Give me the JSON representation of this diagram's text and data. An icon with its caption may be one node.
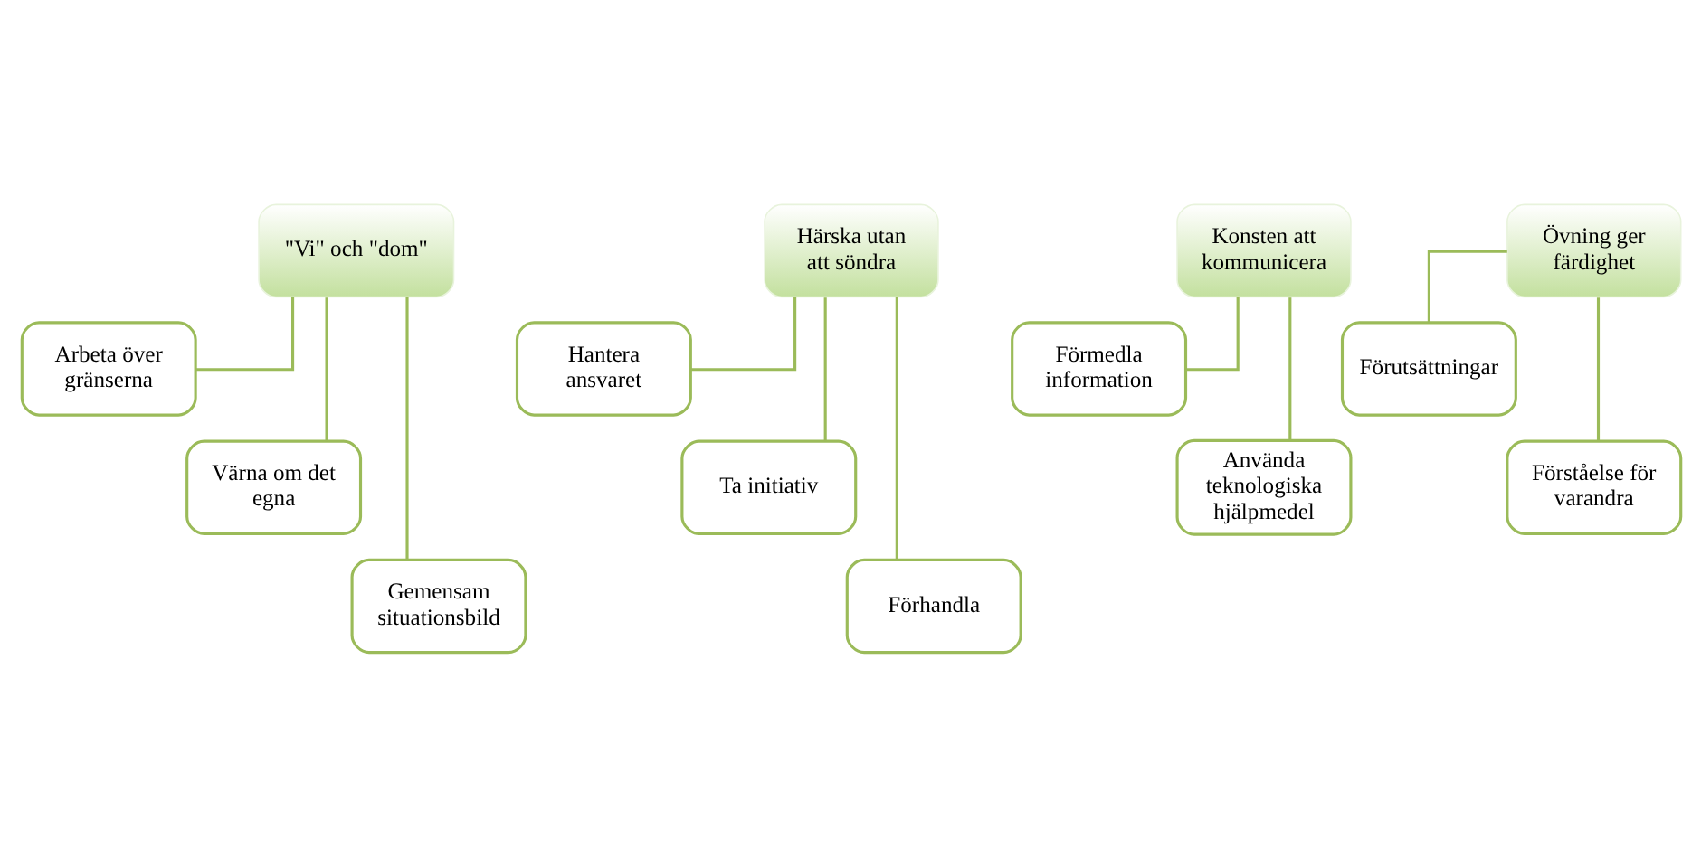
{
  "diagram": {
    "nodes": [
      {
        "text": [
          "\"Vi\" och \"dom\""
        ]
      },
      {
        "text": [
          "Arbeta över gränserna"
        ]
      },
      {
        "text": [
          "Värna om det egna"
        ]
      },
      {
        "text": [
          "Gemensam situationsbild"
        ]
      },
      {
        "text": [
          "Härska utan att söndra"
        ]
      },
      {
        "text": [
          "Hantera ansvaret"
        ]
      },
      {
        "text": [
          "Ta initiativ"
        ]
      },
      {
        "text": [
          "Förhandla"
        ]
      },
      {
        "text": [
          "Konsten att kommunicera"
        ]
      },
      {
        "text": [
          "Förmedla information"
        ]
      },
      {
        "text": [
          "Använda teknologiska hjälpmedel"
        ]
      },
      {
        "text": [
          "Övning ger färdighet"
        ]
      },
      {
        "text": [
          "Förutsättningar"
        ]
      },
      {
        "text": [
          "Förståelse för varandra"
        ]
      }
    ],
    "edges": [
      {
        "from": 0,
        "to": 1,
        "arrow": "none"
      },
      {
        "from": 0,
        "to": 2,
        "arrow": "none"
      },
      {
        "from": 0,
        "to": 3,
        "arrow": "none"
      },
      {
        "from": 4,
        "to": 5,
        "arrow": "none"
      },
      {
        "from": 4,
        "to": 6,
        "arrow": "none"
      },
      {
        "from": 4,
        "to": 7,
        "arrow": "none"
      },
      {
        "from": 8,
        "to": 9,
        "arrow": "none"
      },
      {
        "from": 8,
        "to": 10,
        "arrow": "none"
      },
      {
        "from": 11,
        "to": 12,
        "arrow": "none"
      },
      {
        "from": 11,
        "to": 13,
        "arrow": "none"
      }
    ]
  }
}
